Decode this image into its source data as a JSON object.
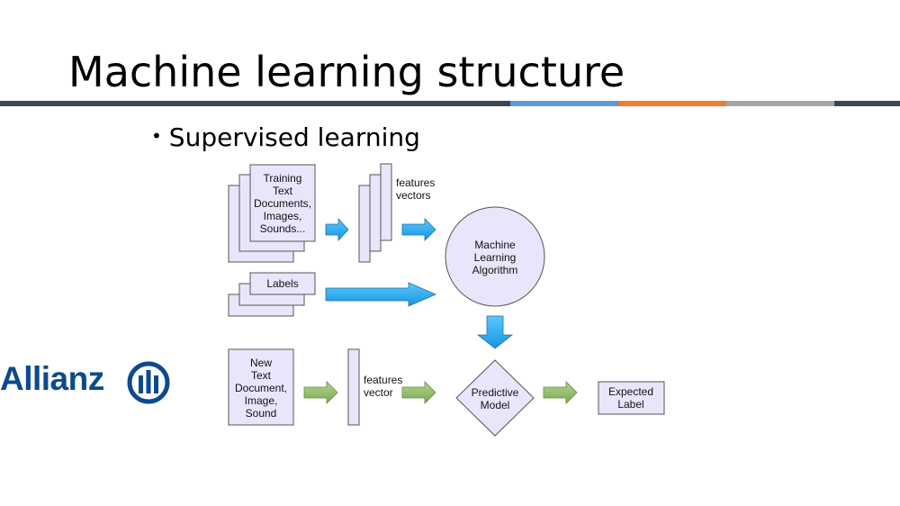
{
  "slide": {
    "title": "Machine learning structure",
    "bullet": "Supervised learning"
  },
  "logo": {
    "wordmark": "Allianz",
    "icon": "allianz-eagle-icon",
    "color": "#0d4a8c"
  },
  "header_rule": {
    "segments": [
      {
        "color": "#3b4656"
      },
      {
        "color": "#5b9bd5"
      },
      {
        "color": "#ed7d31"
      },
      {
        "color": "#a5a5a5"
      },
      {
        "color": "#3b4656"
      }
    ]
  },
  "diagram": {
    "colors": {
      "box_fill": "#e8e6fb",
      "stroke": "#555555",
      "blue_arrow": "#1ea7f0",
      "green_arrow": "#8fbc6a"
    },
    "training_docs": [
      "Training",
      "Text",
      "Documents,",
      "Images,",
      "Sounds..."
    ],
    "features_vectors": [
      "features",
      "vectors"
    ],
    "ml_algorithm": [
      "Machine",
      "Learning",
      "Algorithm"
    ],
    "labels": [
      "Labels"
    ],
    "new_doc": [
      "New",
      "Text",
      "Document,",
      "Image,",
      "Sound"
    ],
    "feature_vector": [
      "features",
      "vector"
    ],
    "predictive_model": [
      "Predictive",
      "Model"
    ],
    "expected_label": [
      "Expected",
      "Label"
    ]
  }
}
